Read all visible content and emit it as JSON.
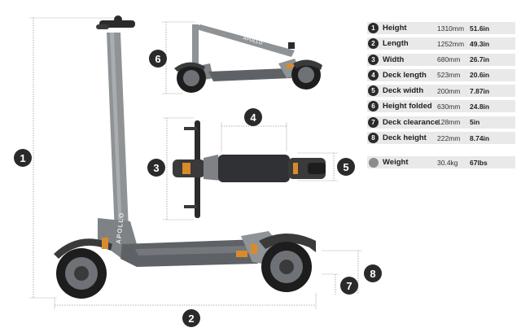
{
  "brand": "APOLLO",
  "badges": [
    "1",
    "2",
    "3",
    "4",
    "5",
    "6",
    "7",
    "8"
  ],
  "specs": [
    {
      "num": "1",
      "name": "Height",
      "mm": "1310mm",
      "in": "51.6in"
    },
    {
      "num": "2",
      "name": "Length",
      "mm": "1252mm",
      "in": "49.3in"
    },
    {
      "num": "3",
      "name": "Width",
      "mm": "680mm",
      "in": "26.7in"
    },
    {
      "num": "4",
      "name": "Deck length",
      "mm": "523mm",
      "in": "20.6in"
    },
    {
      "num": "5",
      "name": "Deck width",
      "mm": "200mm",
      "in": "7.87in"
    },
    {
      "num": "6",
      "name": "Height folded",
      "mm": "630mm",
      "in": "24.8in"
    },
    {
      "num": "7",
      "name": "Deck clearance",
      "mm": "128mm",
      "in": "5in"
    },
    {
      "num": "8",
      "name": "Deck height",
      "mm": "222mm",
      "in": "8.74in"
    }
  ],
  "weight": {
    "name": "Weight",
    "kg": "30.4kg",
    "lbs": "67lbs"
  },
  "colors": {
    "frame": "#8f9396",
    "deck": "#5e6266",
    "tire": "#1d1d1d",
    "accent": "#d98a2b",
    "badge": "#2a2a2a",
    "row": "#e9e9e9"
  }
}
